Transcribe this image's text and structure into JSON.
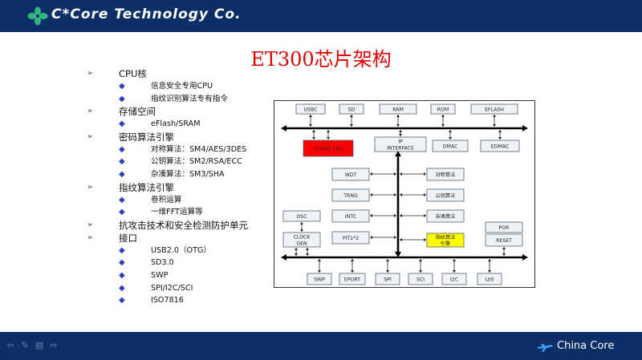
{
  "header": {
    "company": "C*Core Technology Co."
  },
  "slide": {
    "title": "ET300芯片架构"
  },
  "outline": [
    {
      "label": "CPU核",
      "children": [
        "信息安全专用CPU",
        "指纹识别算法专有指令"
      ]
    },
    {
      "label": "存储空间",
      "children": [
        "eFlash/SRAM"
      ]
    },
    {
      "label": "密码算法引擎",
      "children": [
        "对称算法：SM4/AES/3DES",
        "公钥算法：SM2/RSA/ECC",
        "杂凑算法：SM3/SHA"
      ]
    },
    {
      "label": "指纹算法引擎",
      "children": [
        "卷积运算",
        "一维FFT运算等"
      ]
    },
    {
      "label": "抗攻击技术和安全检测防护单元",
      "children": []
    },
    {
      "label": "接口",
      "children": [
        "USB2.0（OTG）",
        "SD3.0",
        "SWP",
        "SPI/I2C/SCI",
        "ISO7816"
      ]
    }
  ],
  "diagram": {
    "top_blocks": [
      "USBC",
      "SD",
      "RAM",
      "ROM",
      "EFLASH"
    ],
    "cpu_block": "CCORE CPU",
    "ip_interface": [
      "IP",
      "INTERFACE"
    ],
    "dmac": "DMAC",
    "edmac": "EDMAC",
    "left_column": [
      "WDT",
      "TRNG",
      "INTC",
      "PIT1*2"
    ],
    "right_column": [
      "对称算法",
      "公钥算法",
      "杂凑算法"
    ],
    "fingerprint_engine": [
      "指纹算法",
      "引擎"
    ],
    "osc": "OSC",
    "clock_gen": [
      "CLOCK",
      "GEN"
    ],
    "por": "POR",
    "reset": "RESET",
    "bottom_blocks": [
      "SWP",
      "EPORT",
      "SPI",
      "SCI",
      "I2C",
      "U/0"
    ]
  },
  "footer": {
    "brand": "China Core"
  },
  "colors": {
    "header_bg": "#0b2f66",
    "title": "#e00000",
    "cpu_block": "#ff0000",
    "fingerprint_block": "#ffff00",
    "diamond_bullet": "#2b3fbf"
  }
}
